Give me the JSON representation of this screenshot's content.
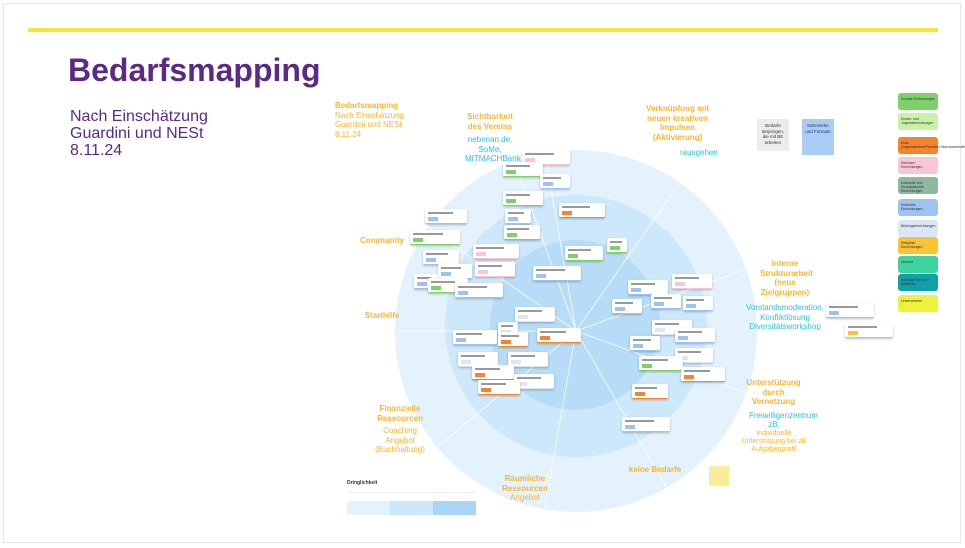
{
  "title": "Bedarfsmapping",
  "subtitle": "Nach Einschätzung Guardini und NESt 8.11.24",
  "sections": {
    "header": {
      "title": "Bedarfsmapping",
      "lines": "Nach Einschätzung Guardini und NESt",
      "date": "8.11.24"
    },
    "sichtbarkeit": {
      "title": "Sichtbarkeit des Vereins",
      "note": "nebenan.de, SoMe, MITMACHBank"
    },
    "verknuepfung": {
      "title": "Verknüpfung mit neuen kreativen Impulsen (Aktivierung)",
      "note": "rausgehen"
    },
    "community": {
      "title": "Community"
    },
    "starthilfe": {
      "title": "Starthilfe"
    },
    "interne": {
      "title": "interne Strukturarbeit (neue Zielgruppen)",
      "note": "Vorstandsmoderation, Konfliktlösung Diversitätsworkshop"
    },
    "unterstuetzung": {
      "title": "Unterstützung durch Vernetzung",
      "note": "Freiwilligenzentrum zB.",
      "note2": "individuelle Unterstützung bei zB Aufgabenprofil"
    },
    "finanzielle": {
      "title": "Finanzielle Ressourcen",
      "note": "Coaching Angebot (Buchhaltung)"
    },
    "raeumliche": {
      "title": "Räumliche Ressourcen",
      "note": "Angebot"
    },
    "keine": {
      "title": "keine Bedarfe"
    }
  },
  "notes": {
    "grey": "Bedarfe derjenigen, die mit BE arbeiten",
    "blue": "Netzwerke und Formate"
  },
  "legend": [
    {
      "label": "Soziale Einrichtungen",
      "color": "#7ed06b"
    },
    {
      "label": "Kinder- und Jugendeinrichtungen",
      "color": "#c9f2a6"
    },
    {
      "label": "Kitas (Jugendzentren/Familien-/Nachbarschaftshilfe)",
      "color": "#f5842a"
    },
    {
      "label": "Senioren Einrichtungen",
      "color": "#f9c6d8"
    },
    {
      "label": "Kulturelle und Soziokulturelle Einrichtungen",
      "color": "#8fb8a2"
    },
    {
      "label": "Kulturelle Einrichtungen",
      "color": "#9ec3f0"
    },
    {
      "label": "Bildungseinrichtungen",
      "color": "#dbe7f4"
    },
    {
      "label": "Religiöse Einrichtungen",
      "color": "#fbc233"
    },
    {
      "label": "Umwelt",
      "color": "#3fd3a0"
    },
    {
      "label": "Sonstige Vereine / Initiativen",
      "color": "#11a0a8"
    },
    {
      "label": "Unternehmen",
      "color": "#edf23c"
    }
  ],
  "dringlichkeit": {
    "label": "Dringlichkeit",
    "colors": [
      "#e3f2fd",
      "#cde8fb",
      "#a9d6f7"
    ]
  },
  "colors": {
    "purple": "#5b2a86",
    "yellow": "#f3e63a",
    "orange": "#f5b731",
    "cyan": "#2cc3d6"
  }
}
